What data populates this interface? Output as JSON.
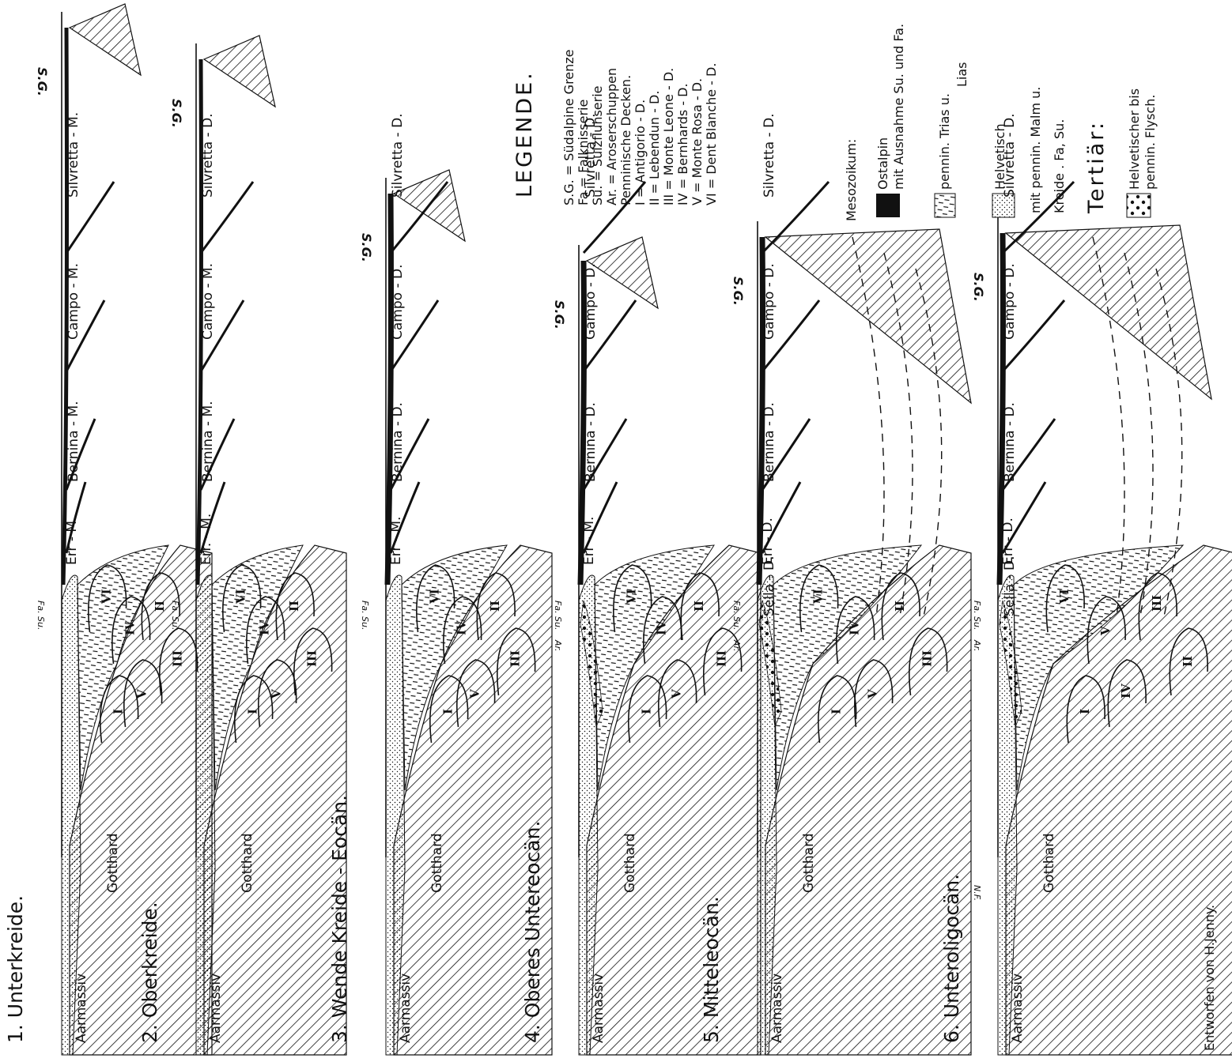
{
  "legend": {
    "title": "LEGENDE.",
    "abbreviations": [
      "S.G.  = Südalpine Grenze",
      "Fa  = Falknisserie",
      "Su.  = Sulzfluhserie",
      "Ar.  = Aroserschuppen",
      "Penninische Decken.",
      "I  = Antigorio - D.",
      "II  = Lebendun - D.",
      "III = Monte Leone - D.",
      "IV = Bernhards - D.",
      "V  = Monte Rosa - D.",
      "VI = Dent Blanche - D."
    ],
    "mesozoikum_title": "Mesozoikum:",
    "ostalpin_label": "Ostalpin",
    "ostalpin_note": "mit Ausnahme  Su. und Fa.",
    "trias_label": "pennin. Trias u.",
    "trias_label2": "Lias",
    "helvetisch_label": "Helvetisch",
    "helvetisch_note1": "mit pennin. Malm u.",
    "helvetisch_note2": "Kreide .  Fa, Su.",
    "tertiar_title": "Tertiär:",
    "flysch_label1": "Helvetischer bis",
    "flysch_label2": "pennin. Flysch."
  },
  "credit": "Entworfen von H.Jenny.",
  "stages": [
    {
      "title": "1. Unterkreide.",
      "labels": [
        "Aarmassiv",
        "Gotthard",
        "Err - M.",
        "Bernina - M.",
        "Campo - M.",
        "Silvretta - M."
      ],
      "sg": "S.G.",
      "fasu": "Fa. Su.",
      "romans": [
        "VI",
        "IV",
        "II",
        "V",
        "III",
        "I"
      ]
    },
    {
      "title": "2. Oberkreide.",
      "labels": [
        "Aarmassiv",
        "Gotthard",
        "Err. - M.",
        "Bernina - M.",
        "Campo - M.",
        "Silvretta - D."
      ],
      "sg": "S.G.",
      "fasu": "Fa. Su.",
      "romans": [
        "VI",
        "IV",
        "II",
        "V",
        "III",
        "I"
      ]
    },
    {
      "title": "3. Wende Kreide - Eocän.",
      "labels": [
        "Aarmassiv",
        "Gotthard",
        "Err - M.",
        "Bernina - D.",
        "Campo - D.",
        "Silvretta - D."
      ],
      "sg": "S.G.",
      "fasu": "Fa. Su.",
      "romans": [
        "VI",
        "IV",
        "II",
        "V",
        "III",
        "I"
      ]
    },
    {
      "title": "4. Oberes Untereocän.",
      "labels": [
        "Aarmassiv",
        "Gotthard",
        "Err - M.",
        "Bernina - D.",
        "Gampo - D.",
        "Silvretta - D."
      ],
      "sg": "S.G.",
      "fasu": "Fa. Su.",
      "ar": "Ar.",
      "romans": [
        "VI",
        "IV",
        "II",
        "V",
        "III",
        "I"
      ]
    },
    {
      "title": "5. Mitteleocän.",
      "labels": [
        "Aarmassiv",
        "Gotthard",
        "Err - D.",
        "Bernina - D.",
        "Gampo - D.",
        "Silvretta - D.",
        "Sella - D."
      ],
      "sg": "S.G.",
      "fasu": "Fa. Su.",
      "ar": "Ar.",
      "romans": [
        "VI",
        "IV",
        "II",
        "V",
        "III",
        "I"
      ]
    },
    {
      "title": "6. Unteroligocän.",
      "labels": [
        "Aarmassiv",
        "Gotthard",
        "Err - D.",
        "Bernina - D.",
        "Gampo - D.",
        "Silvretta - D.",
        "Sella - D."
      ],
      "sg": "S.G.",
      "fasu": "Fa. Su.",
      "ar": "Ar.",
      "nf": "N.F.",
      "romans": [
        "VI",
        "V",
        "III",
        "IV",
        "II",
        "I"
      ]
    }
  ]
}
